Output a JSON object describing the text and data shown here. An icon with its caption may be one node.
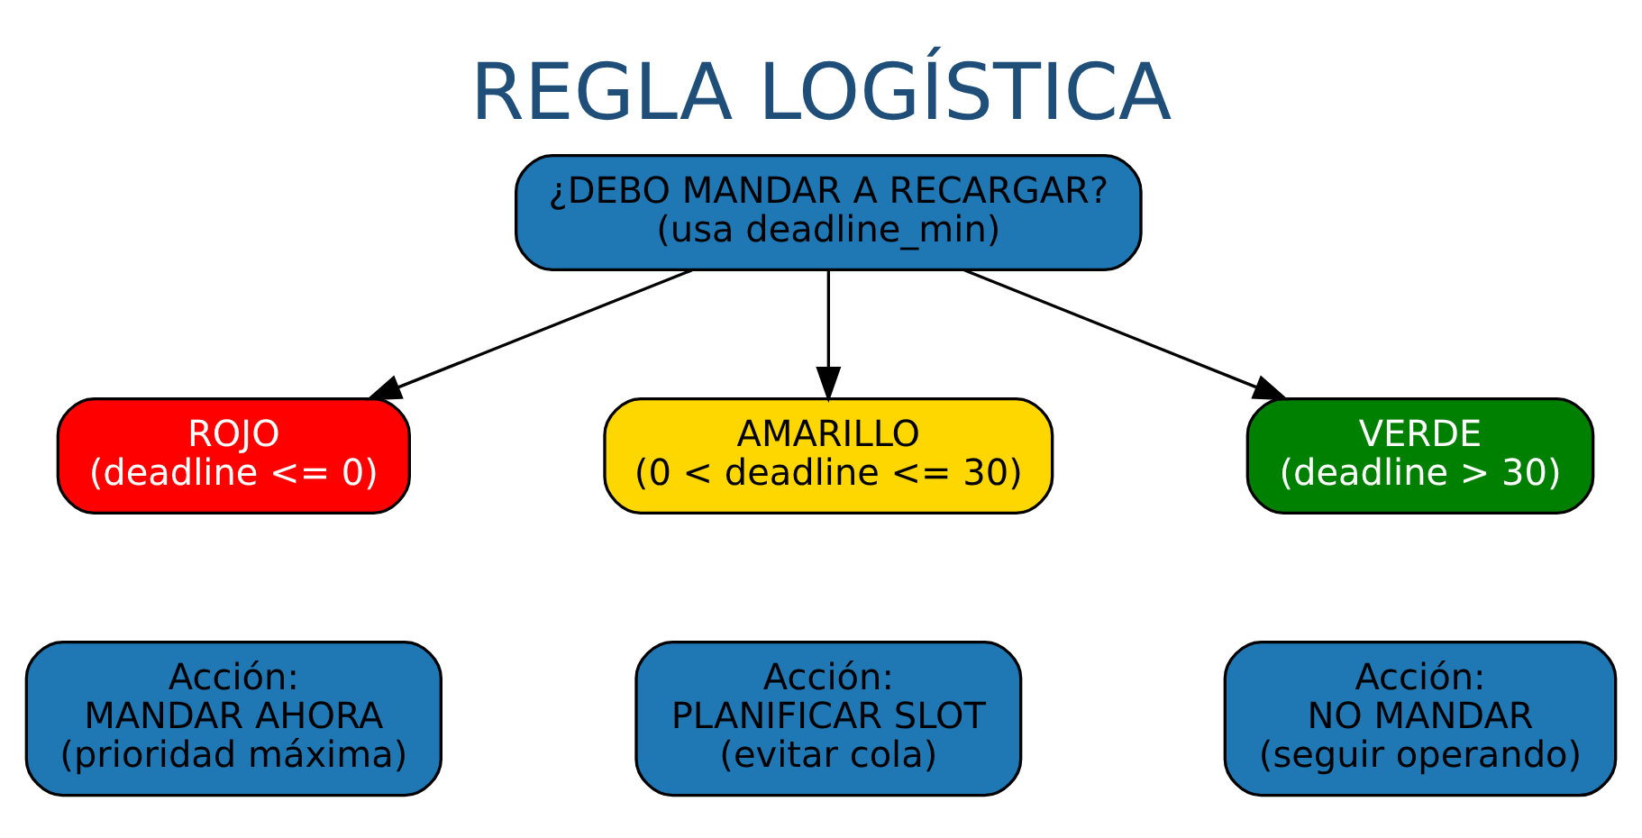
{
  "diagram": {
    "title": "REGLA LOGÍSTICA",
    "nodes": [
      {
        "text": [
          "¿DEBO MANDAR A RECARGAR?",
          "(usa deadline_min)"
        ]
      },
      {
        "text": [
          "ROJO",
          "(deadline <= 0)"
        ]
      },
      {
        "text": [
          "AMARILLO",
          "(0 < deadline <= 30)"
        ]
      },
      {
        "text": [
          "VERDE",
          "(deadline > 30)"
        ]
      },
      {
        "text": [
          "Acción:",
          "MANDAR AHORA",
          "(prioridad máxima)"
        ]
      },
      {
        "text": [
          "Acción:",
          "PLANIFICAR SLOT",
          "(evitar cola)"
        ]
      },
      {
        "text": [
          "Acción:",
          "NO MANDAR",
          "(seguir operando)"
        ]
      }
    ],
    "edges": [
      {
        "from": 0,
        "to": 1,
        "arrow": "to"
      },
      {
        "from": 0,
        "to": 2,
        "arrow": "to"
      },
      {
        "from": 0,
        "to": 3,
        "arrow": "to"
      }
    ]
  }
}
